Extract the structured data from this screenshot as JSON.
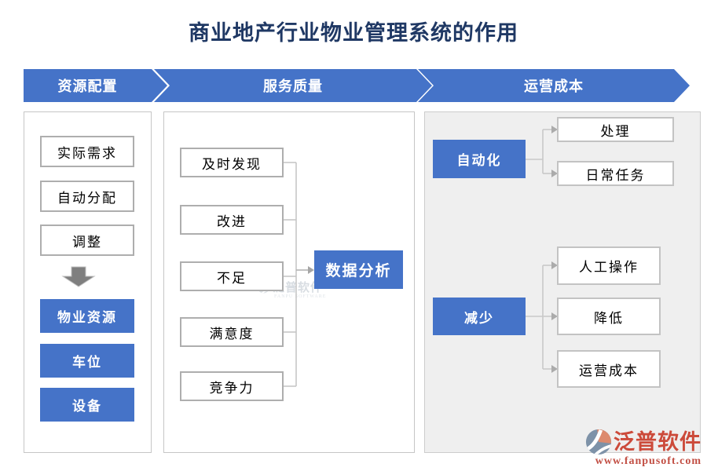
{
  "title": "商业地产行业物业管理系统的作用",
  "colors": {
    "accent_blue": "#4573c8",
    "title_navy": "#1f3864",
    "panel_gray": "#efefef",
    "connector_gray": "#c6c6c6",
    "brand_red": "#cc4a3a",
    "logo_slate": "#7e92a8",
    "logo_salmon": "#dd8a6e"
  },
  "banners": [
    {
      "label": "资源配置"
    },
    {
      "label": "服务质量"
    },
    {
      "label": "运营成本"
    }
  ],
  "resource_panel": {
    "steps": [
      "实际需求",
      "自动分配",
      "调整"
    ],
    "arrow_icon": "down-block-arrow",
    "resources": [
      "物业资源",
      "车位",
      "设备"
    ]
  },
  "service_panel": {
    "factors": [
      "及时发现",
      "改进",
      "不足",
      "满意度",
      "竞争力"
    ],
    "target": "数据分析"
  },
  "cost_panel": {
    "groups": [
      {
        "head": "自动化",
        "items": [
          "处理",
          "日常任务"
        ]
      },
      {
        "head": "减少",
        "items": [
          "人工操作",
          "降低",
          "运营成本"
        ]
      }
    ]
  },
  "watermark": {
    "brand": "泛普软件",
    "subtext": "FANPU SOFTWARE"
  },
  "footer": {
    "brand": "泛普软件",
    "url": "www.fanpusoft.com"
  }
}
